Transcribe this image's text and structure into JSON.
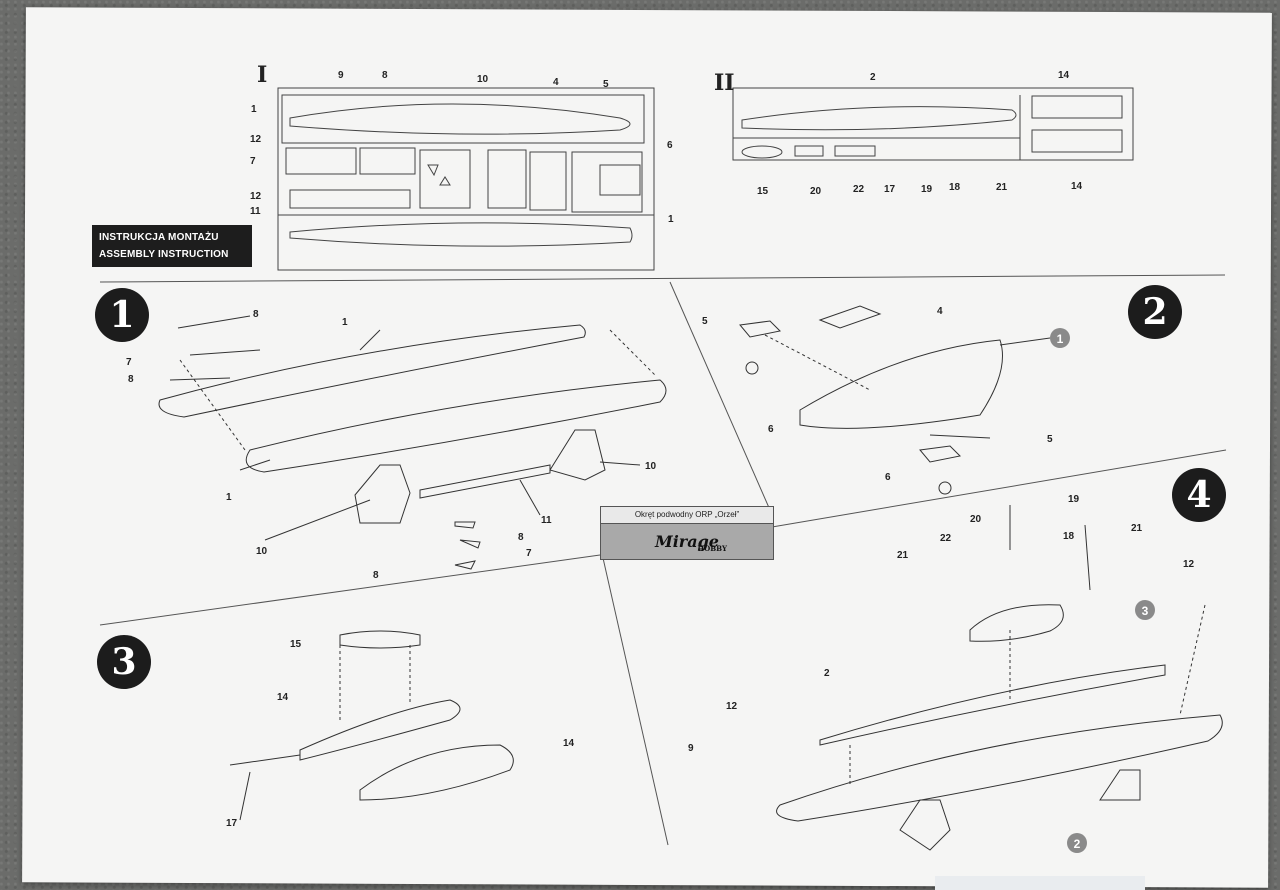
{
  "instruction_box": {
    "line1": "INSTRUKCJA MONTAŻU",
    "line2": "ASSEMBLY INSTRUCTION"
  },
  "title_box": {
    "caption": "Okręt podwodny ORP „Orzeł”",
    "brand": "Mirage",
    "brand_sub": "HOBBY"
  },
  "sprues": {
    "sprue1": {
      "roman": "I",
      "labels": [
        "9",
        "8",
        "10",
        "4",
        "5",
        "1",
        "12",
        "7",
        "12",
        "11",
        "6",
        "1"
      ]
    },
    "sprue2": {
      "roman": "II",
      "labels": [
        "2",
        "14",
        "15",
        "20",
        "22",
        "17",
        "19",
        "18",
        "21",
        "14"
      ]
    }
  },
  "steps": {
    "step1": {
      "number": "1",
      "labels": [
        "8",
        "1",
        "7",
        "8",
        "1",
        "10",
        "10",
        "11",
        "8",
        "7",
        "10",
        "8"
      ]
    },
    "step2": {
      "number": "2",
      "labels": [
        "5",
        "4",
        "6",
        "5",
        "6"
      ],
      "ref": "1"
    },
    "step3": {
      "number": "3",
      "labels": [
        "15",
        "14",
        "14",
        "17"
      ]
    },
    "step4": {
      "number": "4",
      "labels": [
        "19",
        "20",
        "22",
        "18",
        "21",
        "21",
        "12",
        "2",
        "12",
        "9"
      ],
      "ref_top": "3",
      "ref_bottom": "2"
    }
  },
  "colors": {
    "paper": "#f5f5f4",
    "ink": "#222222",
    "badge": "#1c1c1c",
    "table": "#6b6c6a"
  }
}
